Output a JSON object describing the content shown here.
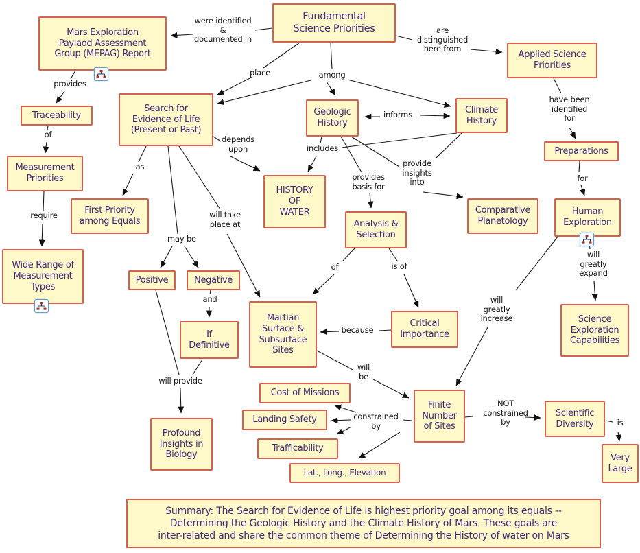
{
  "colors": {
    "node_fill": "#FFF9C9",
    "node_border": "#D9604F",
    "node_text": "#3F2B7E",
    "edge_label_text": "#141414",
    "connector_line": "#111111",
    "submap_icon_border": "#5B9BD5"
  },
  "icons": {
    "submap": "org-chart-expand-icon"
  },
  "nodes": {
    "fundamental": "Fundamental\nScience Priorities",
    "mepag": "Mars Exploration\nPaylaod Assessment\nGroup (MEPAG) Report",
    "applied": "Applied Science\nPriorities",
    "traceability": "Traceability",
    "search": "Search for\nEvidence of Life\n(Present or Past)",
    "geologic": "Geologic\nHistory",
    "climate": "Climate\nHistory",
    "preparations": "Preparations",
    "measurement": "Measurement\nPriorities",
    "first_priority": "First Priority\namong Equals",
    "history_water": "HISTORY\nOF\nWATER",
    "comparative": "Comparative\nPlanetology",
    "analysis": "Analysis &\nSelection",
    "human": "Human\nExploration",
    "wide_range": "Wide Range of\nMeasurement\nTypes",
    "positive": "Positive",
    "negative": "Negative",
    "if_definitive": "If\nDefinitive",
    "martian": "Martian\nSurface &\nSubsurface\nSites",
    "critical": "Critical\nImportance",
    "science_expl": "Science\nExploration\nCapabilities",
    "profound": "Profound\nInsights in\nBiology",
    "cost": "Cost of Missions",
    "landing": "Landing Safety",
    "trafficability": "Trafficability",
    "latlong": "Lat., Long., Elevation",
    "finite": "Finite\nNumber\nof Sites",
    "scientific": "Scientific\nDiversity",
    "very_large": "Very\nLarge"
  },
  "labels": {
    "were_identified": "were identified\n&\ndocumented in",
    "are_distinguished": "are\ndistinguished\nhere from",
    "place": "place",
    "among": "among",
    "provides": "provides",
    "of_traceability": "of",
    "require": "require",
    "have_been": "have been\nidentified\nfor",
    "informs": "informs",
    "includes": "includes",
    "depends_upon": "depends\nupon",
    "as": "as",
    "provides_basis": "provides\nbasis for",
    "provide_insights": "provide\ninsights\ninto",
    "for_preparations": "for",
    "will_take": "will take\nplace at",
    "may_be": "may be",
    "of_analysis": "of",
    "is_of": "is of",
    "will_expand": "will\ngreatly\nexpand",
    "and_negative": "and",
    "because": "because",
    "will_increase": "will\ngreatly\nincrease",
    "will_be": "will\nbe",
    "will_provide": "will provide",
    "constrained_by": "constrained\nby",
    "not_constrained": "NOT\nconstrained\nby",
    "is_scientific": "is"
  },
  "summary": {
    "text": "Summary: The Search for Evidence of Life is highest priority goal among its equals --\nDetermining the Geologic History and the Climate History of Mars.  These goals are\ninter-related and share the common theme of Determining the History of water on Mars"
  }
}
